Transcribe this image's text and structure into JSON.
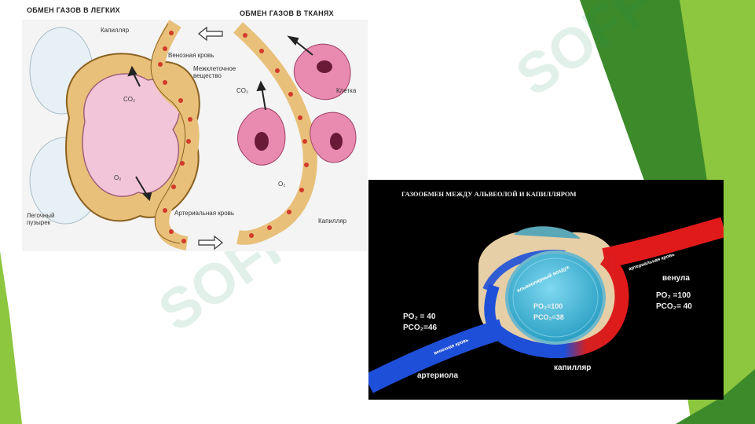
{
  "slide": {
    "accent_dark": "#3d8a2a",
    "accent_light": "#8dc63f",
    "watermark": "SOFF"
  },
  "left_diagram": {
    "title_lungs": "ОБМЕН ГАЗОВ В ЛЕГКИХ",
    "title_tissues": "ОБМЕН ГАЗОВ В ТКАНЯХ",
    "labels": {
      "capillary_top": "Капилляр",
      "venous_blood": "Венозная кровь",
      "intercellular": "Межклеточное вещество",
      "co2_lung": "CO₂",
      "co2_tissue": "CO₂",
      "cell": "Клетка",
      "o2_lung": "O₂",
      "o2_tissue": "O₂",
      "alveolus": "Легочный пузырек",
      "arterial_blood": "Артериальная кровь",
      "capillary_bottom": "Капилляр"
    }
  },
  "right_diagram": {
    "title": "ГАЗООБМЕН МЕЖДУ АЛЬВЕОЛОЙ И КАПИЛЛЯРОМ",
    "alveola_label": "альвеолярный воздух",
    "alveola_po2": "PO₂=100",
    "alveola_pco2": "PCO₂=38",
    "left_po2": "PO₂ = 40",
    "left_pco2": "PCO₂=46",
    "venula": "венула",
    "right_po2": "PO₂ =100",
    "right_pco2": "PCO₂= 40",
    "arteriola": "артериола",
    "capillary": "капилляр",
    "venous_blood_tag": "венозная кровь",
    "arterial_blood_tag": "артериальная кровь"
  }
}
